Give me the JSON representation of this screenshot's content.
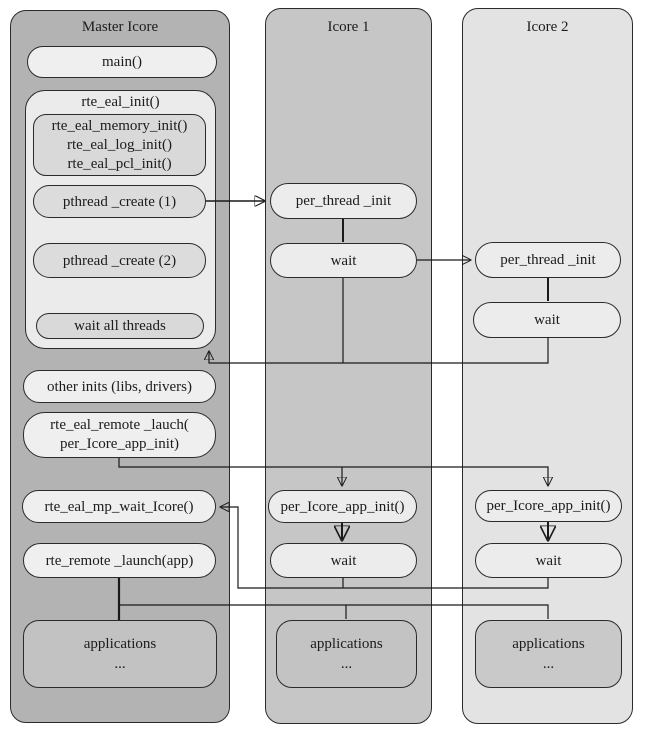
{
  "colors": {
    "master_bg": "#b3b3b3",
    "icore1_bg": "#c6c6c6",
    "icore2_bg": "#e3e3e3",
    "box_light": "#efefef",
    "box_mid": "#dcdcdc",
    "box_inner": "#d9d9d9",
    "group_bg": "#ebebeb",
    "applications_bg": "#c5c5c5",
    "line": "#1a1a1a"
  },
  "columns": {
    "master": {
      "title": "Master Icore",
      "main": "main()",
      "eal_init_group_title": "rte_eal_init()",
      "eal_init_lines": [
        "rte_eal_memory_init()",
        "rte_eal_log_init()",
        "rte_eal_pcl_init()"
      ],
      "pthread_create_1": "pthread _create (1)",
      "pthread_create_2": "pthread _create (2)",
      "wait_all_threads": "wait all threads",
      "other_inits": "other inits (libs, drivers)",
      "remote_lauch_line1": "rte_eal_remote _lauch(",
      "remote_lauch_line2": "per_Icore_app_init)",
      "mp_wait_icore": "rte_eal_mp_wait_Icore()",
      "remote_launch_app": "rte_remote _launch(app)",
      "applications": "applications",
      "ellipsis": "..."
    },
    "icore1": {
      "title": "Icore 1",
      "per_thread_init": "per_thread _init",
      "wait_top": "wait",
      "per_icore_app_init": "per_Icore_app_init()",
      "wait_bottom": "wait",
      "applications": "applications",
      "ellipsis": "..."
    },
    "icore2": {
      "title": "Icore 2",
      "per_thread_init": "per_thread _init",
      "wait_top": "wait",
      "per_icore_app_init": "per_Icore_app_init()",
      "wait_bottom": "wait",
      "applications": "applications",
      "ellipsis": "..."
    }
  }
}
